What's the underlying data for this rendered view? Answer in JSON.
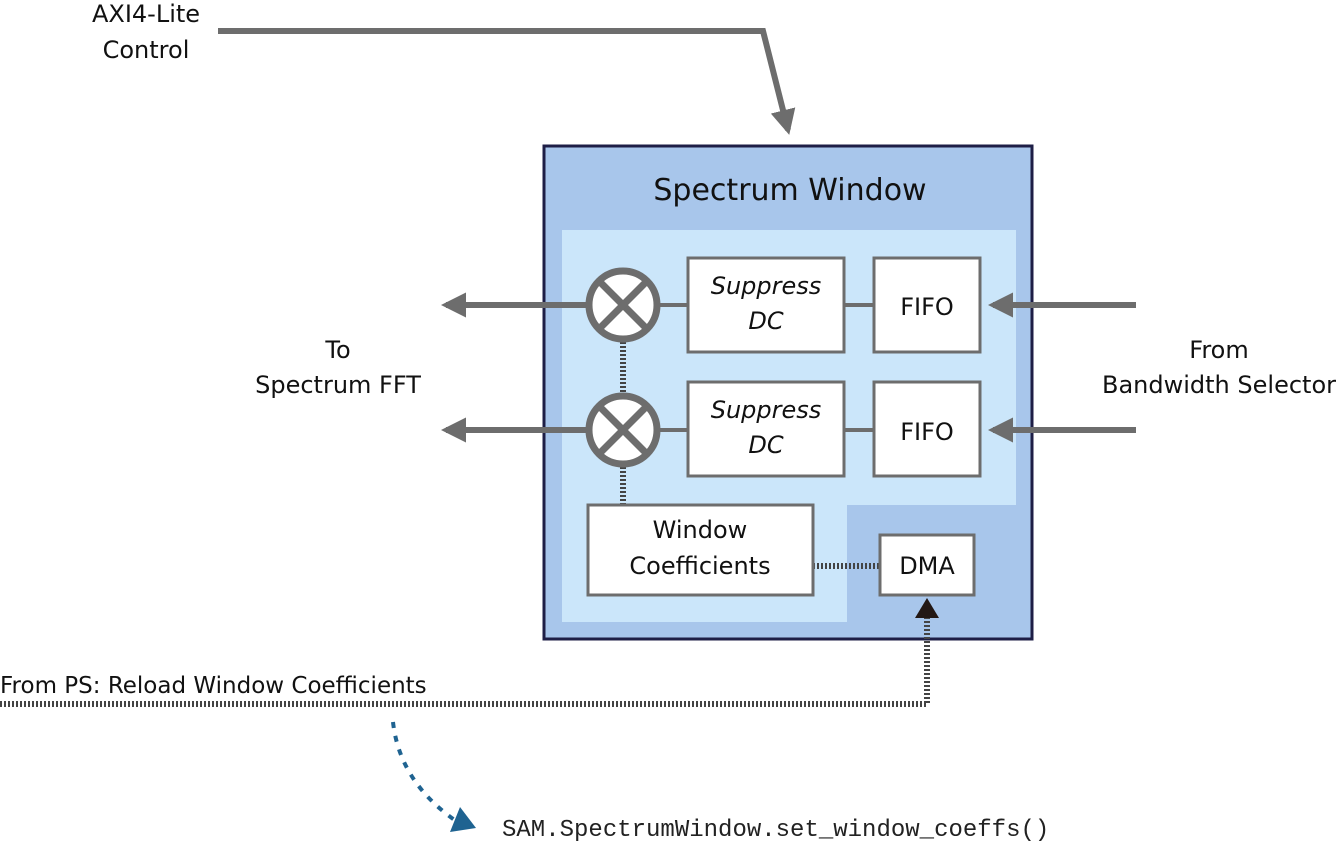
{
  "labels": {
    "axi_line1": "AXI4-Lite",
    "axi_line2": "Control",
    "title": "Spectrum Window",
    "suppress1_line1": "Suppress",
    "suppress1_line2": "DC",
    "suppress2_line1": "Suppress",
    "suppress2_line2": "DC",
    "fifo1": "FIFO",
    "fifo2": "FIFO",
    "window_line1": "Window",
    "window_line2": "Coefficients",
    "dma": "DMA",
    "to_line1": "To",
    "to_line2": "Spectrum FFT",
    "from_line1": "From",
    "from_line2": "Bandwidth Selector",
    "from_ps": "From PS: Reload Window Coefficients",
    "code": "SAM.SpectrumWindow.set_window_coeffs()"
  },
  "colors": {
    "outer_box": "#a8c6eb",
    "outer_border": "#1e1e46",
    "inner_box": "#cbe6fa",
    "line_gray": "#6d6d6d",
    "dotted_link": "#444444",
    "dma_arrow": "#231815",
    "code_arrow": "#1f6391"
  },
  "icons": [
    "multiplier-icon",
    "arrow-icon"
  ]
}
